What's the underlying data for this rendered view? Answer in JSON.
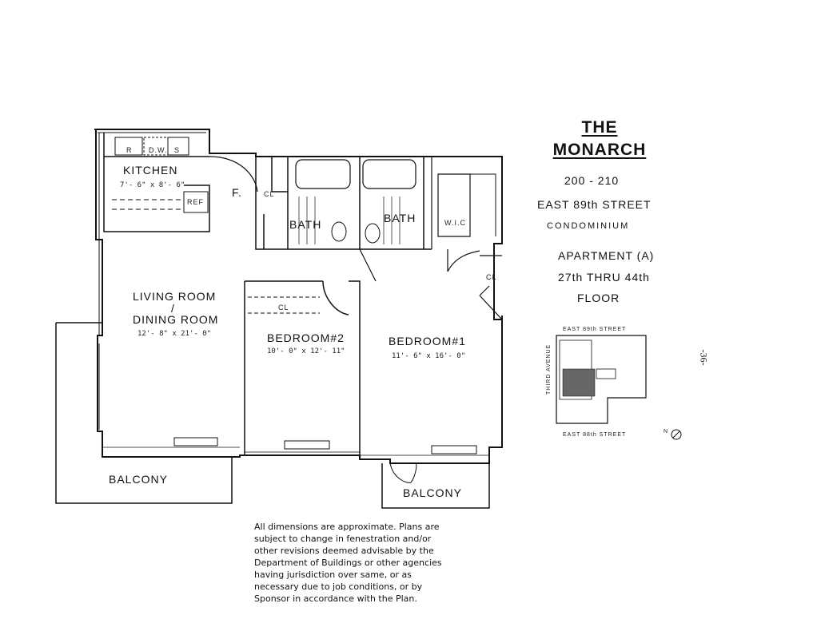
{
  "title": {
    "line1": "THE",
    "line2": "MONARCH"
  },
  "address": {
    "numbers": "200 - 210",
    "street": "EAST 89th STREET",
    "type": "CONDOMINIUM"
  },
  "apartment": {
    "name": "APARTMENT (A)",
    "floors_line": "27th THRU 44th",
    "floor_word": "FLOOR"
  },
  "rooms": {
    "kitchen": {
      "name": "KITCHEN",
      "dims": "7'- 6\" x 8'- 6\""
    },
    "living": {
      "name_line1": "LIVING ROOM",
      "slash": "/",
      "name_line2": "DINING ROOM",
      "dims": "12'- 8\" x 21'- 0\""
    },
    "bedroom2": {
      "name": "BEDROOM#2",
      "dims": "10'- 0\" x 12'- 11\""
    },
    "bedroom1": {
      "name": "BEDROOM#1",
      "dims": "11'- 6\" x 16'- 0\""
    },
    "bath1": "BATH",
    "bath2": "BATH",
    "wic": "W.I.C",
    "balcony_left": "BALCONY",
    "balcony_right": "BALCONY"
  },
  "fixtures": {
    "range": "R",
    "dishwasher": "D.W.",
    "sink": "S",
    "refrigerator": "REF",
    "fcl_f": "F.",
    "closet_kitchen": "CL",
    "closet_bed2": "CL",
    "closet_bed1": "CL"
  },
  "keyplan": {
    "top_street": "EAST 89th STREET",
    "bottom_street": "EAST 88th STREET",
    "side_avenue": "THIRD AVENUE",
    "north": "N"
  },
  "disclaimer": "All dimensions are approximate. Plans are\nsubject to change in fenestration and/or\nother revisions deemed advisable by the\nDepartment of Buildings or other agencies\nhaving jurisdiction over same, or as\nnecessary due to job conditions, or by\nSponsor in accordance with the Plan.",
  "page_number": "-36-"
}
